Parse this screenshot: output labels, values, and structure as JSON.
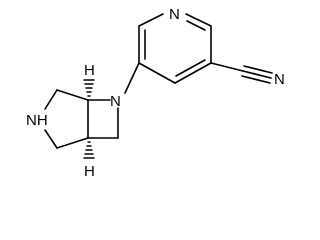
{
  "molecule": {
    "atoms": {
      "pyridine_n": "N",
      "nitrile_n": "N",
      "azetidine_n": "N",
      "amine_nh": "NH",
      "stereo_h_top": "H",
      "stereo_h_bottom": "H"
    }
  },
  "colors": {
    "bond": "#000000",
    "background": "#ffffff"
  }
}
